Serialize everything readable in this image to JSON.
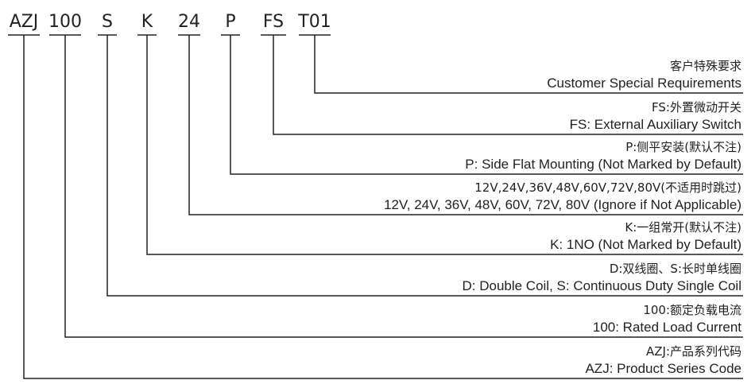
{
  "codes": [
    {
      "text": "AZJ",
      "cn": "AZJ:产品系列代码",
      "en": "AZJ: Product Series Code"
    },
    {
      "text": "100",
      "cn": "100:额定负载电流",
      "en": "100: Rated Load Current"
    },
    {
      "text": "S",
      "cn": "D:双线圈、S:长时单线圈",
      "en": "D: Double Coil, S: Continuous Duty Single Coil"
    },
    {
      "text": "K",
      "cn": "K:一组常开(默认不注)",
      "en": "K: 1NO (Not Marked by Default)"
    },
    {
      "text": "24",
      "cn": "12V,24V,36V,48V,60V,72V,80V(不适用时跳过)",
      "en": "12V, 24V, 36V, 48V, 60V, 72V, 80V (Ignore if Not Applicable)"
    },
    {
      "text": "P",
      "cn": "P:侧平安装(默认不注)",
      "en": "P: Side Flat Mounting (Not Marked by Default)"
    },
    {
      "text": "FS",
      "cn": "FS:外置微动开关",
      "en": "FS: External Auxiliary Switch"
    },
    {
      "text": "T01",
      "cn": "客户特殊要求",
      "en": "Customer Special Requirements"
    }
  ]
}
